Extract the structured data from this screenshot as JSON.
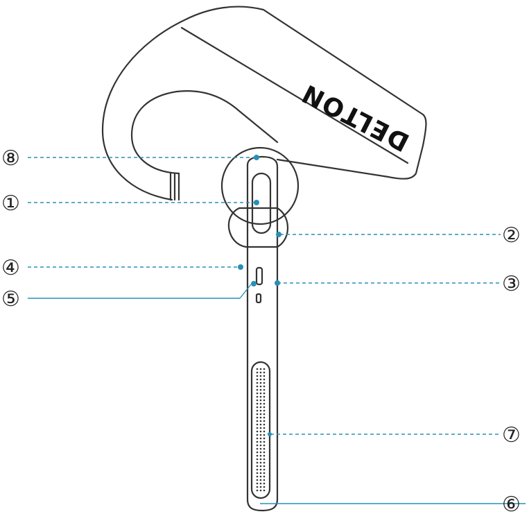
{
  "diagram": {
    "brand_text": "DELTON",
    "colors": {
      "outline": "#333333",
      "leader": "#2a8fb5",
      "point": "#2a8fb5",
      "label": "#222222"
    },
    "callouts": [
      {
        "id": "8",
        "glyph": "⑧"
      },
      {
        "id": "1",
        "glyph": "①"
      },
      {
        "id": "2",
        "glyph": "②"
      },
      {
        "id": "4",
        "glyph": "④"
      },
      {
        "id": "3",
        "glyph": "③"
      },
      {
        "id": "5",
        "glyph": "⑤"
      },
      {
        "id": "7",
        "glyph": "⑦"
      },
      {
        "id": "6",
        "glyph": "⑥"
      }
    ]
  }
}
